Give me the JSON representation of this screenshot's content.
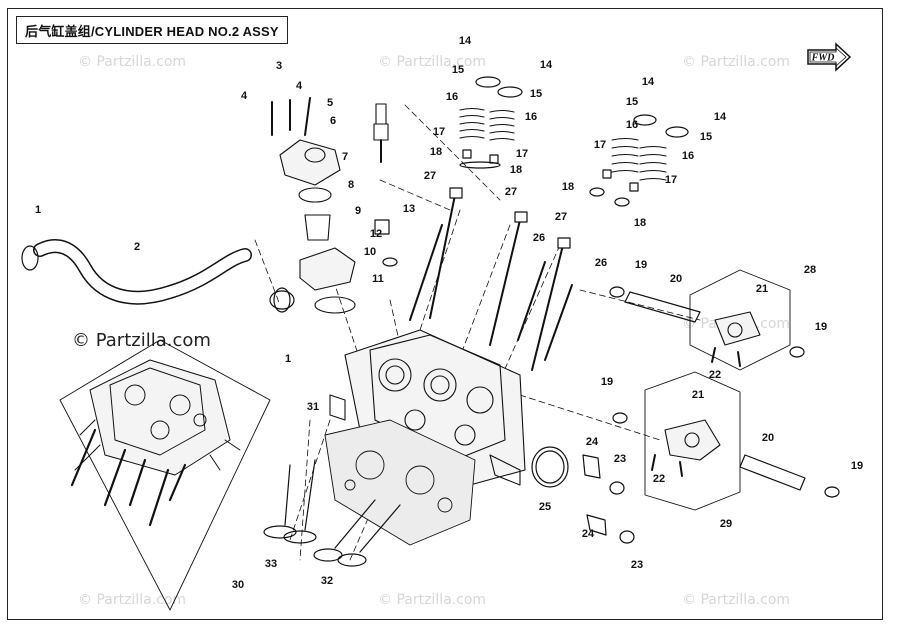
{
  "title": "后气缸盖组/CYLINDER HEAD NO.2  ASSY",
  "fwd_label": "FWD",
  "brand": "© Partzilla.com",
  "watermark": "© Partzilla.com",
  "callouts": [
    "1",
    "1",
    "2",
    "3",
    "4",
    "4",
    "5",
    "6",
    "7",
    "8",
    "9",
    "10",
    "11",
    "12",
    "13",
    "14",
    "14",
    "14",
    "14",
    "15",
    "15",
    "15",
    "15",
    "16",
    "16",
    "16",
    "16",
    "17",
    "17",
    "17",
    "17",
    "18",
    "18",
    "18",
    "18",
    "19",
    "19",
    "19",
    "19",
    "20",
    "20",
    "21",
    "21",
    "22",
    "22",
    "23",
    "23",
    "24",
    "24",
    "25",
    "26",
    "26",
    "27",
    "27",
    "27",
    "28",
    "29",
    "30",
    "31",
    "32",
    "33"
  ]
}
